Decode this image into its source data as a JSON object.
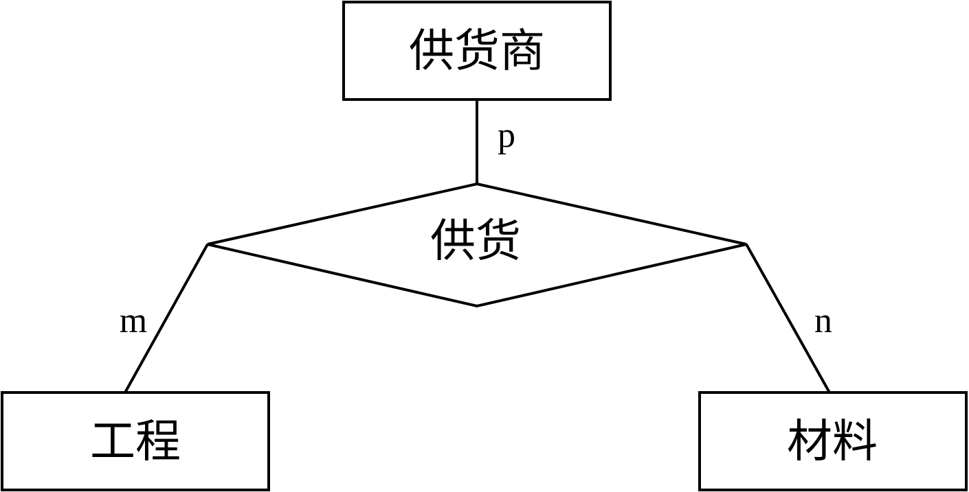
{
  "diagram": {
    "type": "er-diagram",
    "entities": {
      "supplier": {
        "label": "供货商"
      },
      "project": {
        "label": "工程"
      },
      "material": {
        "label": "材料"
      }
    },
    "relationship": {
      "label": "供货"
    },
    "cardinality": {
      "supplier": "p",
      "project": "m",
      "material": "n"
    }
  }
}
